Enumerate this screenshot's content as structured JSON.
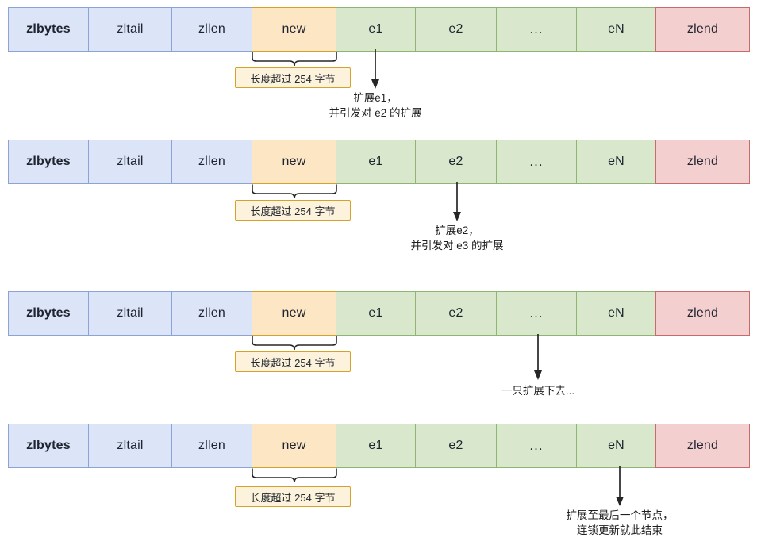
{
  "diagram": {
    "title": "Ziplist cascade update (连锁更新) illustration",
    "colors": {
      "header_fill": "#dce4f7",
      "header_stroke": "#8ba3d6",
      "new_fill": "#fce6c4",
      "new_stroke": "#d4a12a",
      "entry_fill": "#d9e8cd",
      "entry_stroke": "#8fb574",
      "end_fill": "#f4cfcf",
      "end_stroke": "#c96a6a",
      "callout_fill": "#fdf3dc",
      "callout_stroke": "#d4a12a",
      "arrow": "#262626"
    },
    "cells": [
      {
        "label": "zlbytes",
        "kind": "head"
      },
      {
        "label": "zltail",
        "kind": "head"
      },
      {
        "label": "zllen",
        "kind": "head"
      },
      {
        "label": "new",
        "kind": "newnode"
      },
      {
        "label": "e1",
        "kind": "entry"
      },
      {
        "label": "e2",
        "kind": "entry"
      },
      {
        "label": "...",
        "kind": "entry"
      },
      {
        "label": "eN",
        "kind": "entry"
      },
      {
        "label": "zlend",
        "kind": "endmark"
      }
    ],
    "callout_label": "长度超过 254 字节",
    "rows": [
      {
        "id": "row-1",
        "arrow_target": "e1",
        "note_lines": [
          "扩展e1，",
          "并引发对 e2 的扩展"
        ]
      },
      {
        "id": "row-2",
        "arrow_target": "e2",
        "note_lines": [
          "扩展e2，",
          "并引发对 e3 的扩展"
        ]
      },
      {
        "id": "row-3",
        "arrow_target": "...",
        "note_lines": [
          "一只扩展下去..."
        ]
      },
      {
        "id": "row-4",
        "arrow_target": "eN",
        "note_lines": [
          "扩展至最后一个节点，",
          "连锁更新就此结束"
        ]
      }
    ]
  }
}
